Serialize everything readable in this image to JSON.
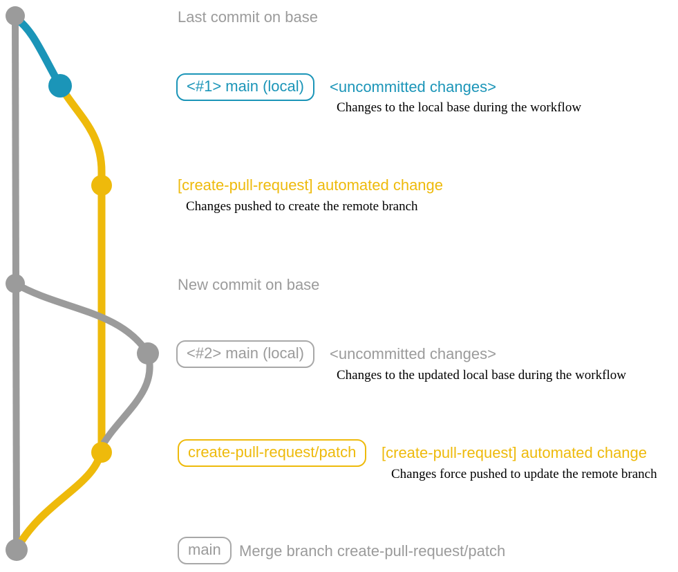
{
  "colors": {
    "base_gray": "#9b9b9b",
    "local_main_blue": "#1b95b8",
    "patch_yellow": "#eeba0b",
    "note_black": "#000000"
  },
  "graph": {
    "branches": [
      {
        "name": "base",
        "color": "#9b9b9b"
      },
      {
        "name": "main (local)",
        "color": "#1b95b8"
      },
      {
        "name": "create-pull-request/patch",
        "color": "#eeba0b"
      }
    ],
    "commit_dots": [
      {
        "name": "last-commit-on-base",
        "color": "#9b9b9b"
      },
      {
        "name": "uncommitted-changes-1",
        "color": "#1b95b8"
      },
      {
        "name": "automated-change-1",
        "color": "#eeba0b"
      },
      {
        "name": "new-commit-on-base",
        "color": "#9b9b9b"
      },
      {
        "name": "uncommitted-changes-2",
        "color": "#9b9b9b"
      },
      {
        "name": "automated-change-2",
        "color": "#eeba0b"
      },
      {
        "name": "merge-commit",
        "color": "#9b9b9b"
      }
    ]
  },
  "annotations": {
    "last_commit_heading": "Last commit on base",
    "row1": {
      "badge": "<#1> main (local)",
      "tag": "<uncommitted changes>",
      "note": "Changes to the local base during the workflow"
    },
    "row2": {
      "title": "[create-pull-request] automated change",
      "note": "Changes pushed to create the remote branch"
    },
    "new_commit_heading": "New commit on base",
    "row3": {
      "badge": "<#2> main (local)",
      "tag": "<uncommitted changes>",
      "note": "Changes to the updated local base during the workflow"
    },
    "row4": {
      "badge": "create-pull-request/patch",
      "title": "[create-pull-request] automated change",
      "note": "Changes force pushed to update the remote branch"
    },
    "row5": {
      "badge": "main",
      "text": "Merge branch create-pull-request/patch"
    }
  }
}
